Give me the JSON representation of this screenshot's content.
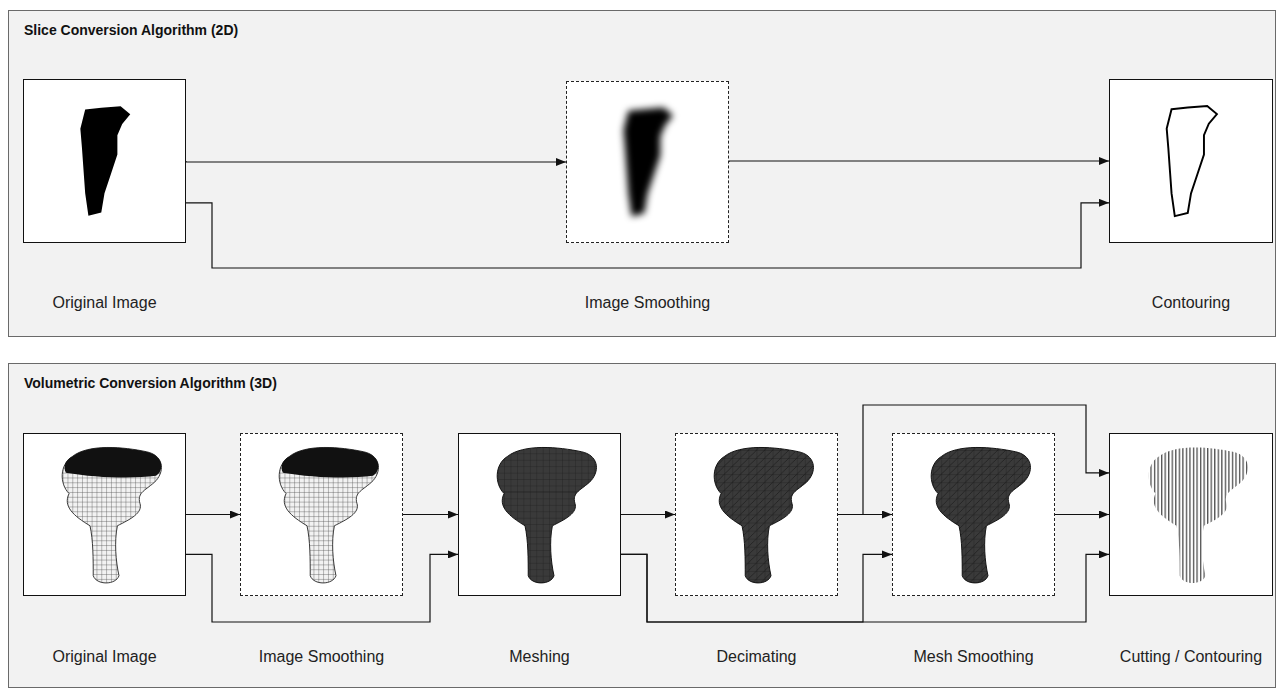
{
  "diagram": {
    "nodes": [
      {
        "text": [
          "Slice Conversion Algorithm (2D)"
        ]
      },
      {
        "text": [
          "Original Image"
        ],
        "in": 0
      },
      {
        "text": [
          "Image Smoothing"
        ],
        "in": 0
      },
      {
        "text": [
          "Contouring"
        ],
        "in": 0
      },
      {
        "text": [
          "Volumetric Conversion Algorithm (3D)"
        ]
      },
      {
        "text": [
          "Original Image"
        ],
        "in": 4
      },
      {
        "text": [
          "Image Smoothing"
        ],
        "in": 4
      },
      {
        "text": [
          "Meshing"
        ],
        "in": 4
      },
      {
        "text": [
          "Decimating"
        ],
        "in": 4
      },
      {
        "text": [
          "Mesh Smoothing"
        ],
        "in": 4
      },
      {
        "text": [
          "Cutting / Contouring"
        ],
        "in": 4
      }
    ],
    "edges": [
      {
        "from": 1,
        "to": 2,
        "arrow": "to"
      },
      {
        "from": 2,
        "to": 3,
        "arrow": "to"
      },
      {
        "from": 1,
        "to": 3,
        "arrow": "to"
      },
      {
        "from": 5,
        "to": 6,
        "arrow": "to"
      },
      {
        "from": 5,
        "to": 7,
        "arrow": "to"
      },
      {
        "from": 6,
        "to": 7,
        "arrow": "to"
      },
      {
        "from": 7,
        "to": 8,
        "arrow": "to"
      },
      {
        "from": 7,
        "to": 9,
        "arrow": "to"
      },
      {
        "from": 8,
        "to": 9,
        "arrow": "to"
      },
      {
        "from": 8,
        "to": 10,
        "arrow": "to"
      },
      {
        "from": 9,
        "to": 10,
        "arrow": "to"
      },
      {
        "from": 7,
        "to": 10,
        "arrow": "to"
      }
    ]
  }
}
